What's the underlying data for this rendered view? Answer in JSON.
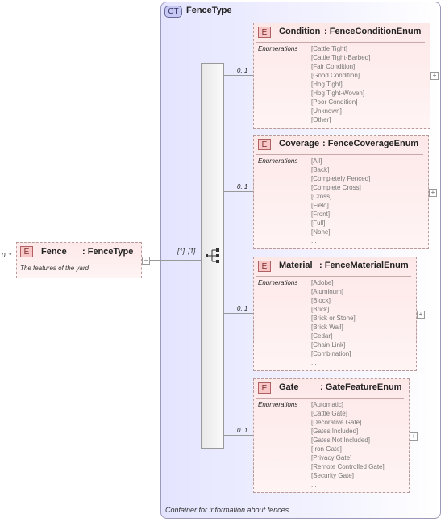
{
  "complex_type": {
    "badge": "CT",
    "name": "FenceType",
    "documentation": "Container for information about fences"
  },
  "root_element": {
    "badge": "E",
    "name": "Fence",
    "type": ": FenceType",
    "multiplicity": "0..*",
    "documentation": "The features of the yard"
  },
  "sequence": {
    "multiplicity": "[1]..[1]"
  },
  "enumerations_label": "Enumerations",
  "elements": [
    {
      "badge": "E",
      "name": "Condition",
      "type": ": FenceConditionEnum",
      "multiplicity": "0..1",
      "values": [
        "[Cattle Tight]",
        "[Cattle Tight-Barbed]",
        "[Fair Condition]",
        "[Good Condition]",
        "[Hog Tight]",
        "[Hog Tight-Woven]",
        "[Poor Condition]",
        "[Unknown]",
        "[Other]"
      ]
    },
    {
      "badge": "E",
      "name": "Coverage",
      "type": ": FenceCoverageEnum",
      "multiplicity": "0..1",
      "values": [
        "[All]",
        "[Back]",
        "[Completely Fenced]",
        "[Complete Cross]",
        "[Cross]",
        "[Field]",
        "[Front]",
        "[Full]",
        "[None]",
        "..."
      ]
    },
    {
      "badge": "E",
      "name": "Material",
      "type": ": FenceMaterialEnum",
      "multiplicity": "0..1",
      "values": [
        "[Adobe]",
        "[Aluminum]",
        "[Block]",
        "[Brick]",
        "[Brick or Stone]",
        "[Brick Wall]",
        "[Cedar]",
        "[Chain Link]",
        "[Combination]",
        "..."
      ]
    },
    {
      "badge": "E",
      "name": "Gate",
      "type": ": GateFeatureEnum",
      "multiplicity": "0..1",
      "values": [
        "[Automatic]",
        "[Cattle Gate]",
        "[Decorative Gate]",
        "[Gates Included]",
        "[Gates Not Included]",
        "[Iron Gate]",
        "[Privacy Gate]",
        "[Remote Controlled Gate]",
        "[Security Gate]",
        "..."
      ]
    }
  ],
  "expander_symbol": "+",
  "collapse_symbol": "−"
}
